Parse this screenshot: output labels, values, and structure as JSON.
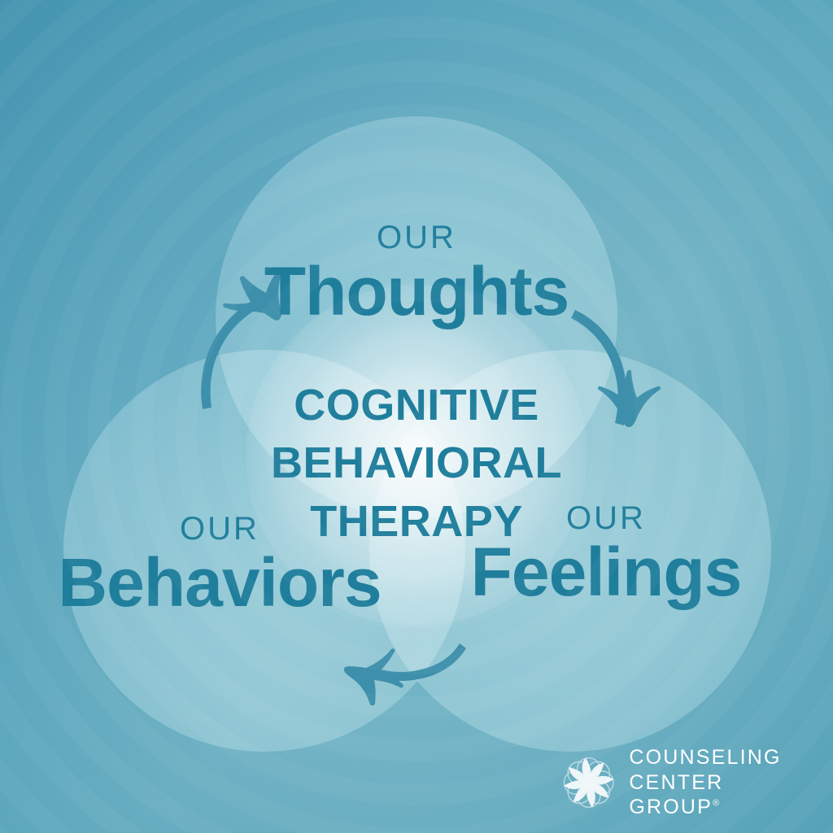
{
  "graphic": {
    "title": "Cognitive Behavioral Therapy cycle",
    "center_label_lines": [
      "COGNITIVE",
      "BEHAVIORAL",
      "THERAPY"
    ],
    "accent_color": "#1f7e9c",
    "background_colors": {
      "edge_dark": "#4794b0",
      "edge_light": "#74b5c6",
      "center_light": "#f2fafc"
    },
    "bubble_fill": "rgba(255,255,255,0.60)"
  },
  "nodes": [
    {
      "id": "thoughts",
      "kicker": "OUR",
      "word": "Thoughts"
    },
    {
      "id": "feelings",
      "kicker": "OUR",
      "word": "Feelings"
    },
    {
      "id": "behaviors",
      "kicker": "OUR",
      "word": "Behaviors"
    }
  ],
  "arrows": [
    {
      "id": "thoughts-to-feelings",
      "from": "Thoughts",
      "to": "Feelings",
      "direction": "clockwise"
    },
    {
      "id": "feelings-to-behaviors",
      "from": "Feelings",
      "to": "Behaviors",
      "direction": "clockwise"
    },
    {
      "id": "behaviors-to-thoughts",
      "from": "Behaviors",
      "to": "Thoughts",
      "direction": "clockwise"
    }
  ],
  "logo": {
    "mark": "pinwheel-mandala-icon",
    "line1": "COUNSELING CENTER",
    "line2": "GROUP",
    "trademark": "®",
    "color": "#ffffff"
  }
}
